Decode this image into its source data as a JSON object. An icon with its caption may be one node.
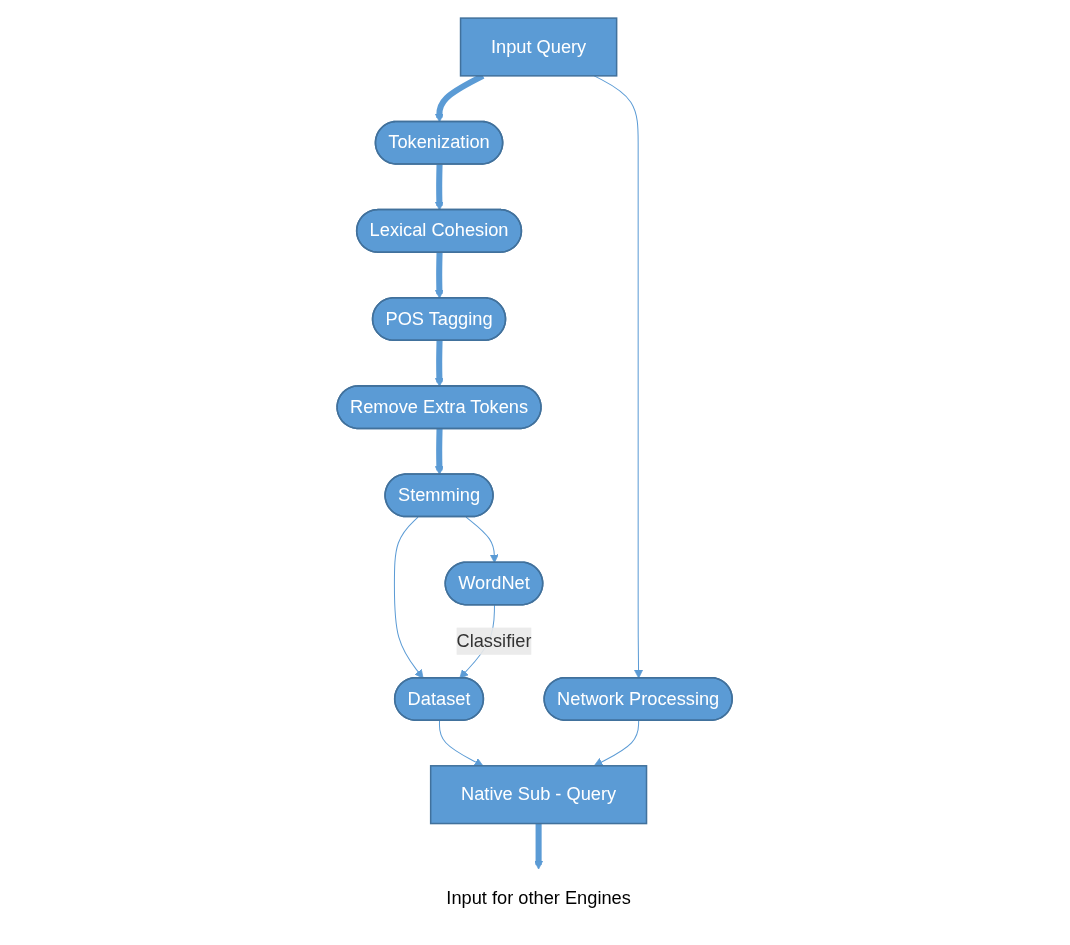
{
  "diagram": {
    "nodes": [
      {
        "text": [
          "Input Query"
        ]
      },
      {
        "text": [
          "Tokenization"
        ]
      },
      {
        "text": [
          "Lexical Cohesion"
        ]
      },
      {
        "text": [
          "POS Tagging"
        ]
      },
      {
        "text": [
          "Remove Extra Tokens"
        ]
      },
      {
        "text": [
          "Stemming"
        ]
      },
      {
        "text": [
          "Network Processing"
        ]
      },
      {
        "text": [
          "WordNet"
        ]
      },
      {
        "text": [
          "Dataset"
        ]
      },
      {
        "text": [
          "Native Sub - Query"
        ]
      },
      {
        "text": [
          "Input for other Engines"
        ]
      }
    ],
    "edges": [
      {
        "from": 0,
        "to": 1,
        "arrow": "to",
        "style": "thick"
      },
      {
        "from": 1,
        "to": 2,
        "arrow": "to",
        "style": "thick"
      },
      {
        "from": 2,
        "to": 3,
        "arrow": "to",
        "style": "thick"
      },
      {
        "from": 3,
        "to": 4,
        "arrow": "to",
        "style": "thick"
      },
      {
        "from": 4,
        "to": 5,
        "arrow": "to",
        "style": "thick"
      },
      {
        "from": 0,
        "to": 6,
        "arrow": "to"
      },
      {
        "from": 5,
        "to": 7,
        "arrow": "to"
      },
      {
        "from": 5,
        "to": 8,
        "arrow": "to"
      },
      {
        "from": 7,
        "to": 8,
        "arrow": "to",
        "label": "Classifier"
      },
      {
        "from": 8,
        "to": 9,
        "arrow": "to"
      },
      {
        "from": 6,
        "to": 9,
        "arrow": "to"
      },
      {
        "from": 9,
        "to": 10,
        "arrow": "to",
        "style": "thick"
      }
    ]
  }
}
